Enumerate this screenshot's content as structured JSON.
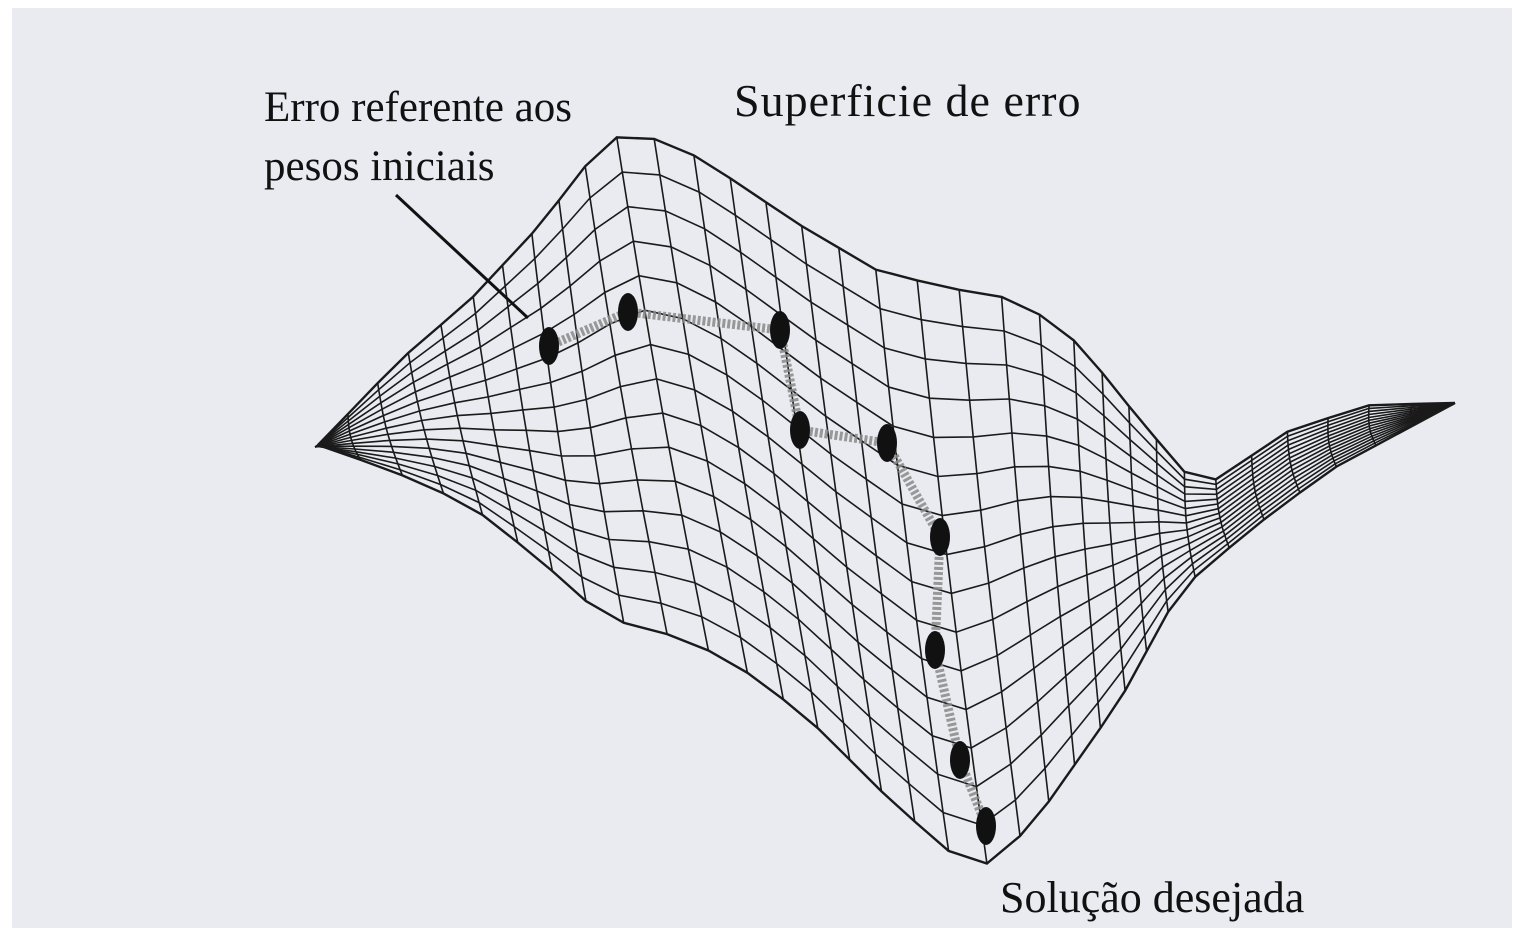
{
  "labels": {
    "initial_error_line1": "Erro referente aos",
    "initial_error_line2": "pesos iniciais",
    "error_surface": "Superficie de erro",
    "desired_solution": "Solução desejada"
  },
  "colors": {
    "background": "#e9ebf1",
    "mesh": "#1a1a1a",
    "path": "#8a8a8a",
    "points": "#111111"
  }
}
